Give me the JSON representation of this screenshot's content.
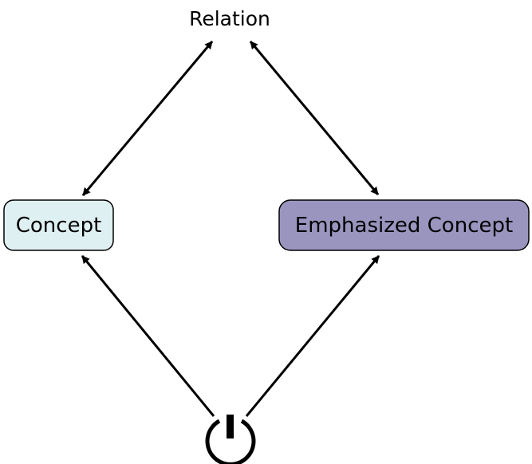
{
  "diagram": {
    "relation": {
      "label": "Relation"
    },
    "concept": {
      "label": "Concept",
      "fill": "#dff0f2",
      "stroke": "#000000"
    },
    "emphasized_concept": {
      "label": "Emphasized Concept",
      "fill": "#9a95bf",
      "stroke": "#000000"
    },
    "root_symbol": {
      "icon": "power-symbol-icon"
    },
    "edges": [
      {
        "from": "concept",
        "to": "relation",
        "direction": "both"
      },
      {
        "from": "emphasized_concept",
        "to": "relation",
        "direction": "both"
      },
      {
        "from": "root_symbol",
        "to": "concept",
        "direction": "forward"
      },
      {
        "from": "root_symbol",
        "to": "emphasized_concept",
        "direction": "forward"
      }
    ]
  }
}
